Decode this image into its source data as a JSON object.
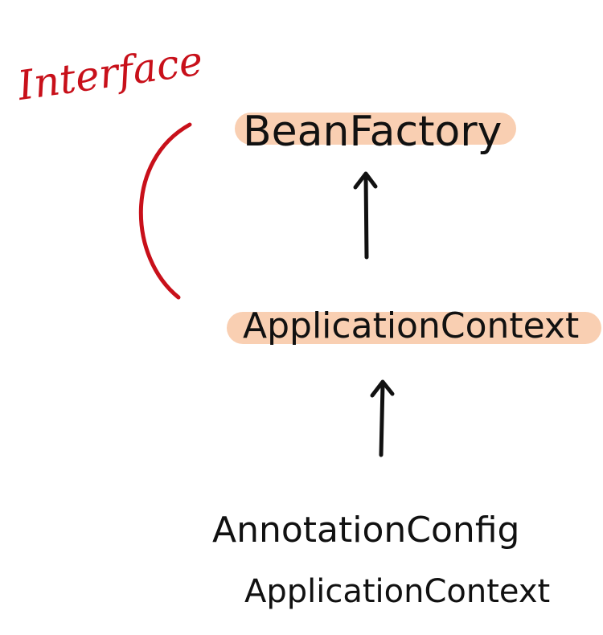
{
  "diagram": {
    "nodes": {
      "bean_factory": "BeanFactory",
      "application_context": "ApplicationContext",
      "annotation_line1": "AnnotationConfig",
      "annotation_line2": "ApplicationContext"
    },
    "interface_label": "Interface",
    "colors": {
      "highlight": "#f9cfb2",
      "interface_text": "#c8101a",
      "ink": "#111111"
    }
  }
}
